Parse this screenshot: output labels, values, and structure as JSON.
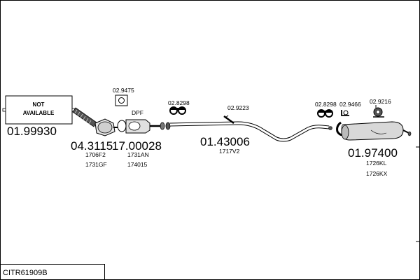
{
  "diagram": {
    "model_code": "CITR61909B",
    "not_available_box": {
      "line1": "NOT",
      "line2": "AVAILABLE",
      "part_number": "01.99930"
    },
    "catalyst": {
      "part_number": "04.3115",
      "codes": [
        "1706F2",
        "1731GF"
      ]
    },
    "dpf": {
      "label": "DPF",
      "part_number": "17.00028",
      "codes": [
        "1731AN",
        "174015"
      ]
    },
    "middle_pipe": {
      "part_number": "01.43006",
      "codes": [
        "1717V2"
      ]
    },
    "rear_silencer": {
      "part_number": "01.97400",
      "codes": [
        "1726KL",
        "1726KX"
      ]
    },
    "accessories": [
      {
        "code": "02.9475",
        "icon": "gasket-icon"
      },
      {
        "code": "02.8298",
        "icon": "clamp-icon"
      },
      {
        "code": "02.9223",
        "icon": "bracket-icon"
      },
      {
        "code": "02.8298",
        "icon": "clamp-icon"
      },
      {
        "code": "02.9466",
        "icon": "hanger-icon"
      },
      {
        "code": "02.9216",
        "icon": "rubber-mount-icon"
      }
    ]
  }
}
